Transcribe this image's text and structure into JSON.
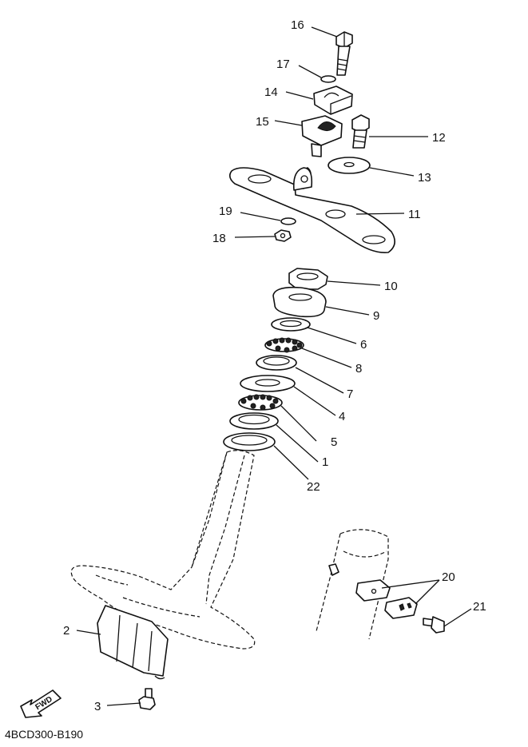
{
  "diagram": {
    "callouts": [
      "16",
      "17",
      "14",
      "15",
      "12",
      "13",
      "11",
      "19",
      "18",
      "10",
      "9",
      "6",
      "8",
      "7",
      "4",
      "5",
      "1",
      "22",
      "20",
      "21",
      "2",
      "3"
    ],
    "fwd_label": "FWD",
    "reference": "4BCD300-B190"
  }
}
